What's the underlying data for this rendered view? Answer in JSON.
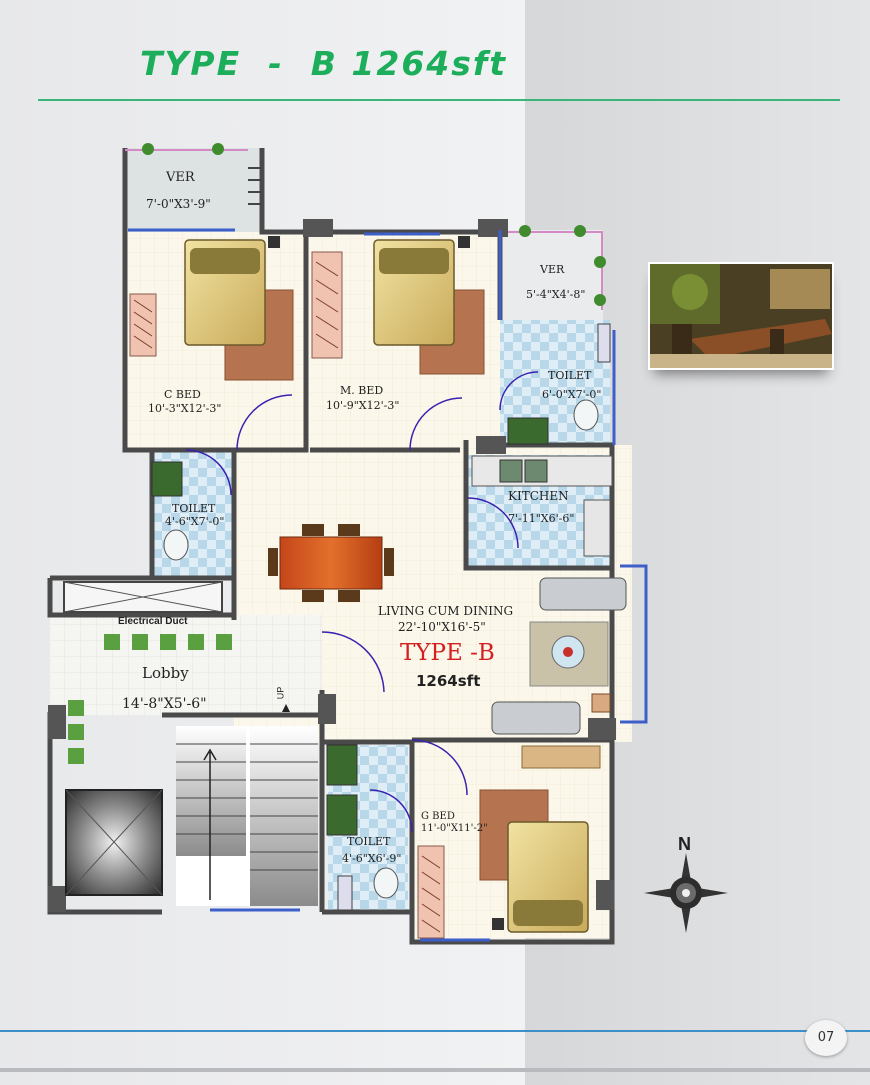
{
  "header": {
    "title": "TYPE  -  B 1264sft"
  },
  "footer": {
    "page_number": "07"
  },
  "rooms": {
    "ver_left": {
      "name": "VER",
      "size": "7'-0\"X3'-9\""
    },
    "ver_right": {
      "name": "VER",
      "size": "5'-4\"X4'-8\""
    },
    "c_bed": {
      "name": "C BED",
      "size": "10'-3\"X12'-3\""
    },
    "m_bed": {
      "name": "M. BED",
      "size": "10'-9\"X12'-3\""
    },
    "toilet_top": {
      "name": "TOILET",
      "size": "6'-0\"X7'-0\""
    },
    "toilet_left": {
      "name": "TOILET",
      "size": "4'-6\"X7'-0\""
    },
    "kitchen": {
      "name": "KITCHEN",
      "size": "7'-11\"X6'-6\""
    },
    "electrical_duct": {
      "name": "Electrical Duct"
    },
    "lobby": {
      "name": "Lobby",
      "size": "14'-8\"X5'-6\""
    },
    "living": {
      "name": "LIVING CUM DINING",
      "size": "22'-10\"X16'-5\""
    },
    "type_label": "TYPE -B",
    "type_area": "1264sft",
    "toilet_bottom": {
      "name": "TOILET",
      "size": "4'-6\"X6'-9\""
    },
    "g_bed": {
      "name": "G BED",
      "size": "11'-0\"X11'-2\""
    },
    "stair_up": "UP"
  },
  "compass": {
    "north_label": "N"
  },
  "colors": {
    "title": "#1cae5b",
    "type_label": "#d42020",
    "wall": "#4a4a4a",
    "window": "#3c5fc9"
  }
}
